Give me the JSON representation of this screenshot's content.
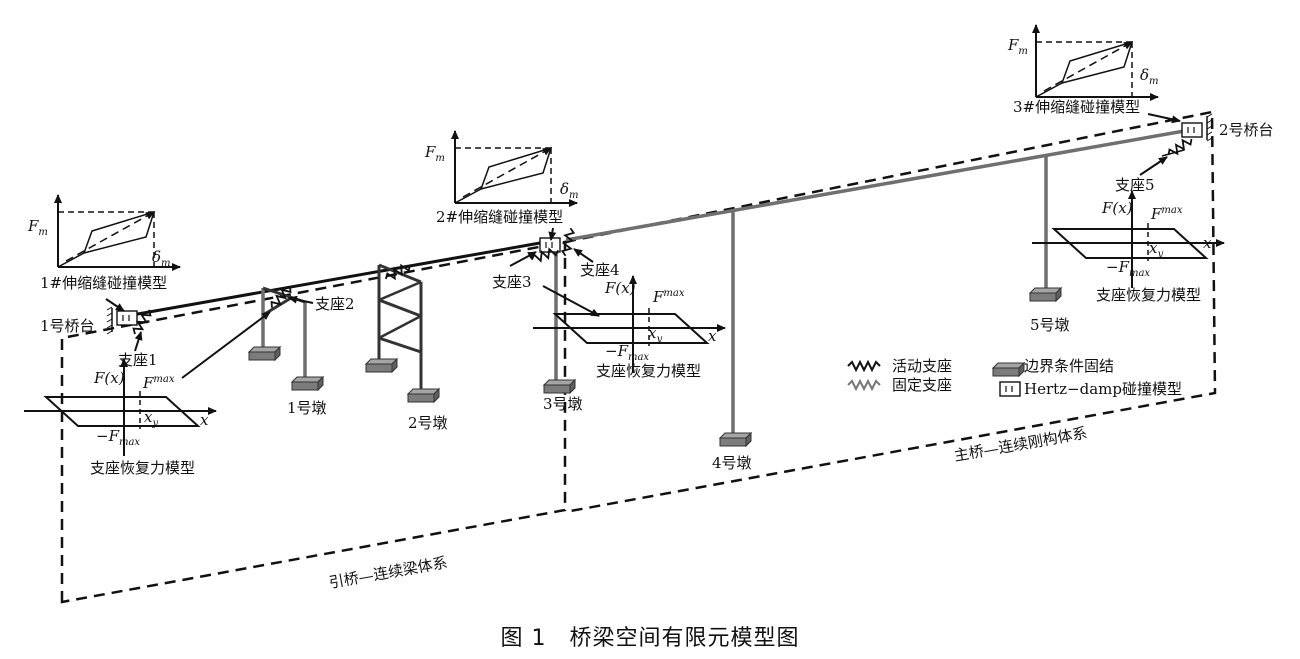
{
  "figure": {
    "caption": "图 1　桥梁空间有限元模型图",
    "abutment_1": "1号桥台",
    "abutment_2": "2号桥台",
    "pier_1": "1号墩",
    "pier_2": "2号墩",
    "pier_3": "3号墩",
    "pier_4": "4号墩",
    "pier_5": "5号墩",
    "bearing_1": "支座1",
    "bearing_2": "支座2",
    "bearing_3": "支座3",
    "bearing_4": "支座4",
    "bearing_5": "支座5",
    "joint_model_1": "1#伸缩缝碰撞模型",
    "joint_model_2": "2#伸缩缝碰撞模型",
    "joint_model_3": "3#伸缩缝碰撞模型",
    "restoring_model": "支座恢复力模型",
    "approach_system": "引桥—连续梁体系",
    "main_system": "主桥—连续刚构体系",
    "pound_axis_f": "F",
    "pound_axis_f_sub": "m",
    "pound_axis_d": "δ",
    "pound_axis_d_sub": "m",
    "hys_fx": "F(x)",
    "hys_fmax": "F",
    "hys_fmax_sub": "max",
    "hys_neg_fmax": "−F",
    "hys_neg_fmax_sub": "max",
    "hys_x": "x",
    "hys_xy": "x",
    "hys_xy_sub": "y"
  },
  "legend": {
    "sliding_bearing": "活动支座",
    "fixed_bearing": "固定支座",
    "boundary_fixed": "边界条件固结",
    "hertz_model": "Hertz−damp碰撞模型"
  }
}
